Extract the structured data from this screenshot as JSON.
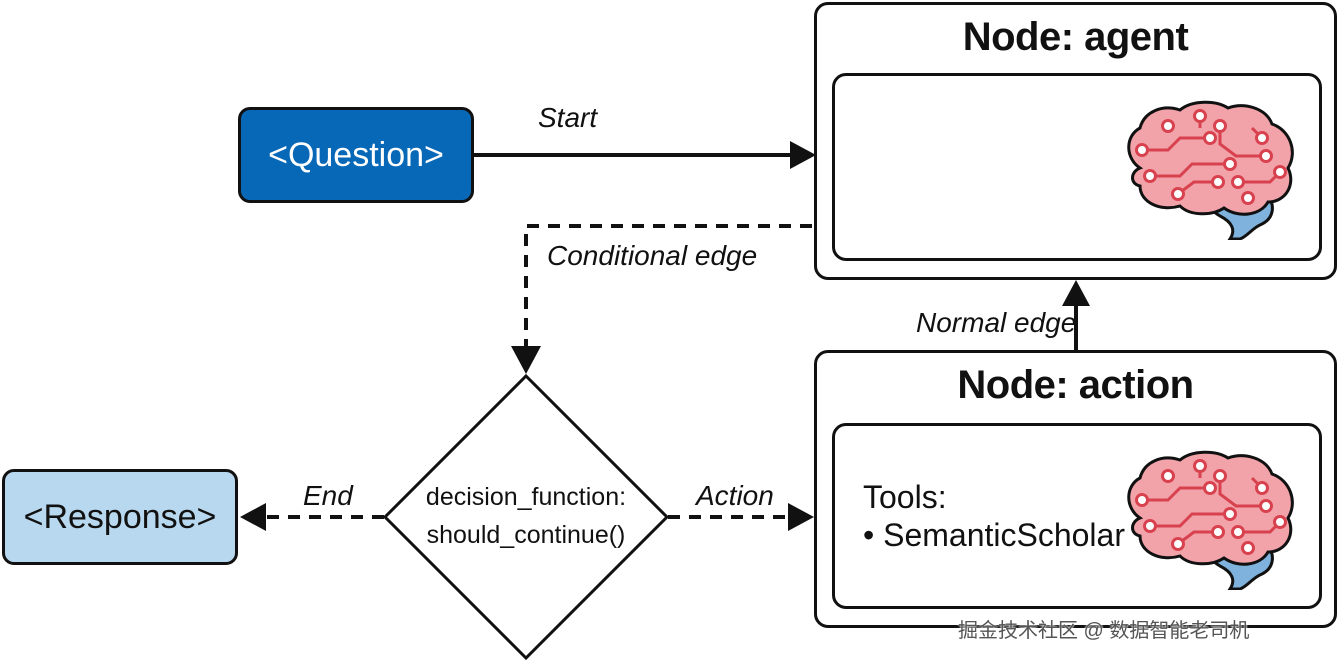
{
  "nodes": {
    "agent": {
      "title": "Node: agent"
    },
    "action": {
      "title": "Node: action",
      "tools_label": "Tools:",
      "tools": [
        "• SemanticScholar"
      ]
    }
  },
  "terminals": {
    "question": "<Question>",
    "response": "<Response>"
  },
  "decision": {
    "line1": "decision_function:",
    "line2": "should_continue()"
  },
  "edges": {
    "start": "Start",
    "conditional": "Conditional edge",
    "normal": "Normal edge",
    "end": "End",
    "action": "Action"
  },
  "colors": {
    "question_fill": "#0868b8",
    "response_fill": "#b7d8ee",
    "brain_pink": "#f2a3aa",
    "brain_red": "#d8424e",
    "brain_blue": "#7fb3de"
  },
  "icons": {
    "agent": "brain-icon",
    "action": "brain-icon"
  },
  "watermark": "掘金技术社区 @ 数据智能老司机"
}
